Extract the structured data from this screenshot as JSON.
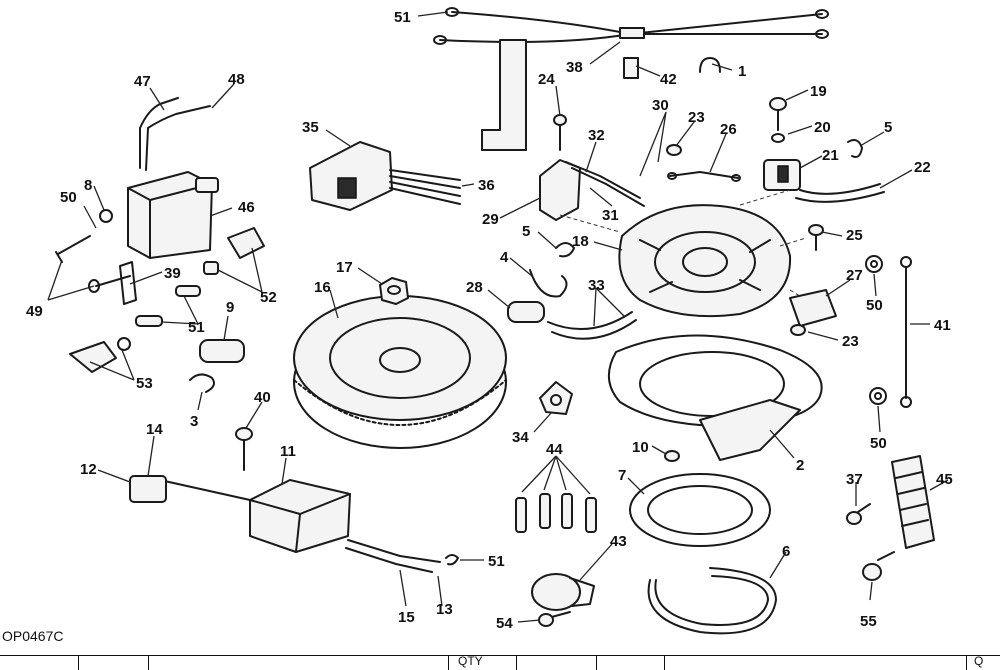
{
  "drawing_code": "OP0467C",
  "table_header": {
    "qty_label": "QTY",
    "partial_label": "Q"
  },
  "callouts": [
    "51",
    "38",
    "42",
    "1",
    "24",
    "30",
    "23",
    "26",
    "19",
    "20",
    "5",
    "21",
    "22",
    "47",
    "48",
    "35",
    "36",
    "32",
    "29",
    "31",
    "8",
    "50",
    "46",
    "18",
    "25",
    "5",
    "4",
    "33",
    "28",
    "27",
    "23",
    "17",
    "16",
    "39",
    "52",
    "49",
    "51",
    "9",
    "53",
    "3",
    "40",
    "14",
    "11",
    "12",
    "15",
    "13",
    "51",
    "34",
    "44",
    "10",
    "7",
    "2",
    "43",
    "6",
    "54",
    "37",
    "45",
    "55",
    "50",
    "41",
    "50"
  ]
}
